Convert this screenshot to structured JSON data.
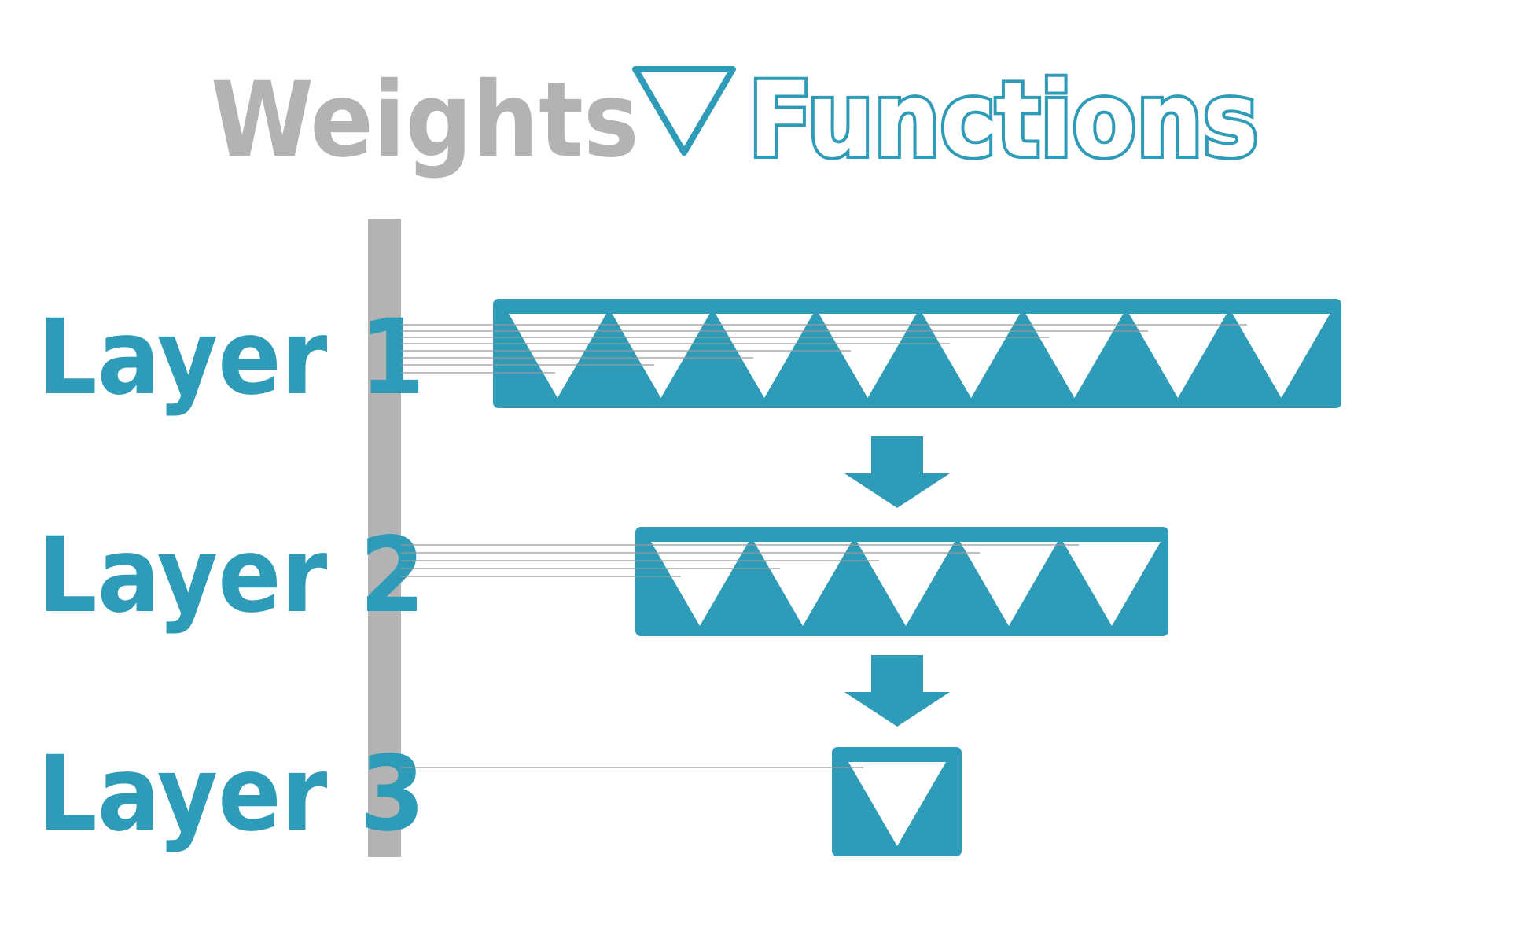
{
  "header": {
    "weights_label": "Weights",
    "functions_label": "Functions"
  },
  "layers": [
    {
      "label": "Layer 1",
      "function_count": 8
    },
    {
      "label": "Layer 2",
      "function_count": 5
    },
    {
      "label": "Layer 3",
      "function_count": 1
    }
  ],
  "colors": {
    "accent": "#2e9cb8",
    "weights_bar": "#b3b3b3",
    "weight_lines": "#999999",
    "background": "#ffffff"
  },
  "icons": {
    "function": "inverted-triangle-icon",
    "flow": "arrow-down-icon"
  }
}
